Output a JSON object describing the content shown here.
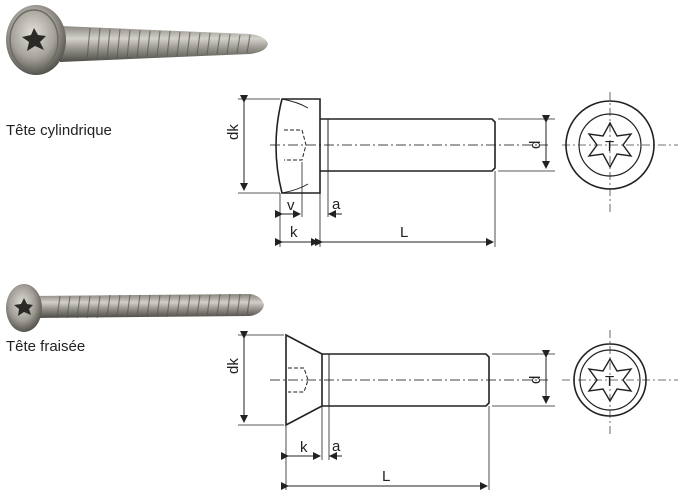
{
  "rows": [
    {
      "caption": "Tête cylindrique",
      "dims": {
        "dk": "dk",
        "d": "d",
        "v": "v",
        "a": "a",
        "k": "k",
        "L": "L"
      },
      "drive_letter": "T"
    },
    {
      "caption": "Tête fraisée",
      "dims": {
        "dk": "dk",
        "d": "d",
        "a": "a",
        "k": "k",
        "L": "L"
      },
      "drive_letter": "T"
    }
  ]
}
